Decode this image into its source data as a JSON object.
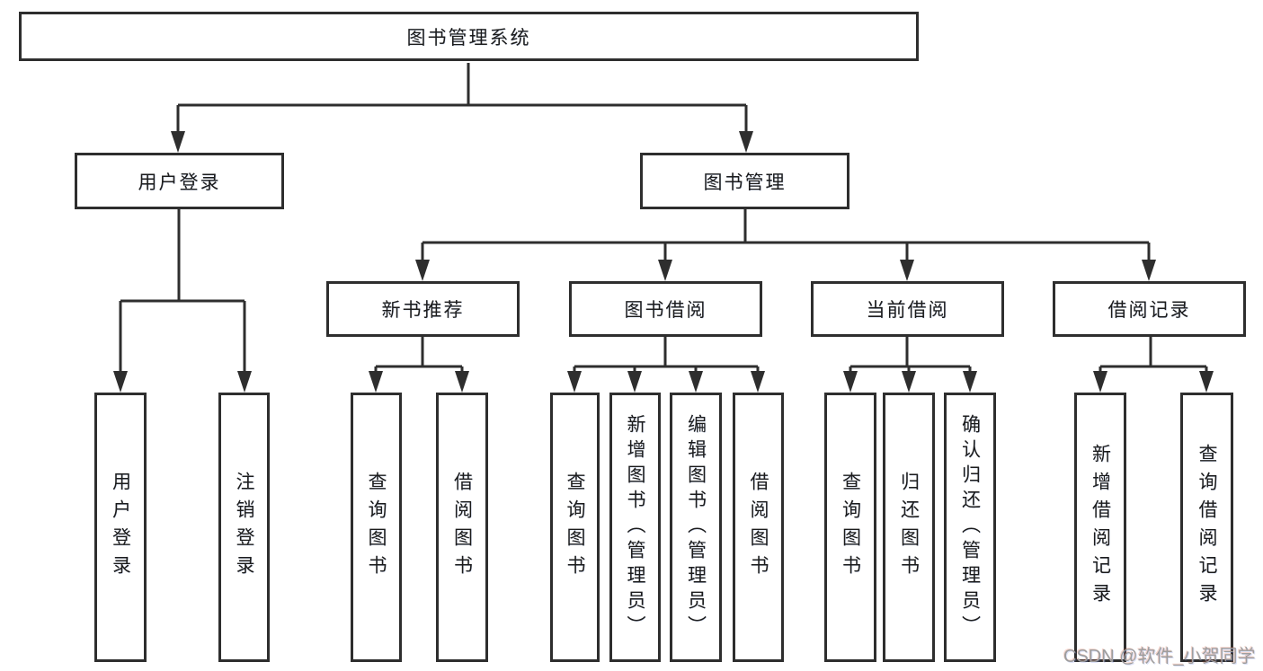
{
  "diagram": {
    "root": {
      "label": "图书管理系统"
    },
    "level2": [
      {
        "label": "用户登录"
      },
      {
        "label": "图书管理"
      }
    ],
    "level3": [
      {
        "label": "新书推荐",
        "parent": "图书管理"
      },
      {
        "label": "图书借阅",
        "parent": "图书管理"
      },
      {
        "label": "当前借阅",
        "parent": "图书管理"
      },
      {
        "label": "借阅记录",
        "parent": "图书管理"
      }
    ],
    "leaves": [
      {
        "label": "用户登录",
        "parent": "用户登录"
      },
      {
        "label": "注销登录",
        "parent": "用户登录"
      },
      {
        "label": "查询图书",
        "parent": "新书推荐"
      },
      {
        "label": "借阅图书",
        "parent": "新书推荐"
      },
      {
        "label": "查询图书",
        "parent": "图书借阅"
      },
      {
        "label": "新增图书（管理员）",
        "parent": "图书借阅"
      },
      {
        "label": "编辑图书（管理员）",
        "parent": "图书借阅"
      },
      {
        "label": "借阅图书",
        "parent": "图书借阅"
      },
      {
        "label": "查询图书",
        "parent": "当前借阅"
      },
      {
        "label": "归还图书",
        "parent": "当前借阅"
      },
      {
        "label": "确认归还（管理员）",
        "parent": "当前借阅"
      },
      {
        "label": "新增借阅记录",
        "parent": "借阅记录"
      },
      {
        "label": "查询借阅记录",
        "parent": "借阅记录"
      }
    ],
    "watermark": "CSDN @软件_小贺同学",
    "colors": {
      "line": "#2e2e2e",
      "box_border": "#2e2e2e",
      "text": "#1c1c1c",
      "watermark_text": "#9e9e9e",
      "background": "#ffffff"
    }
  }
}
